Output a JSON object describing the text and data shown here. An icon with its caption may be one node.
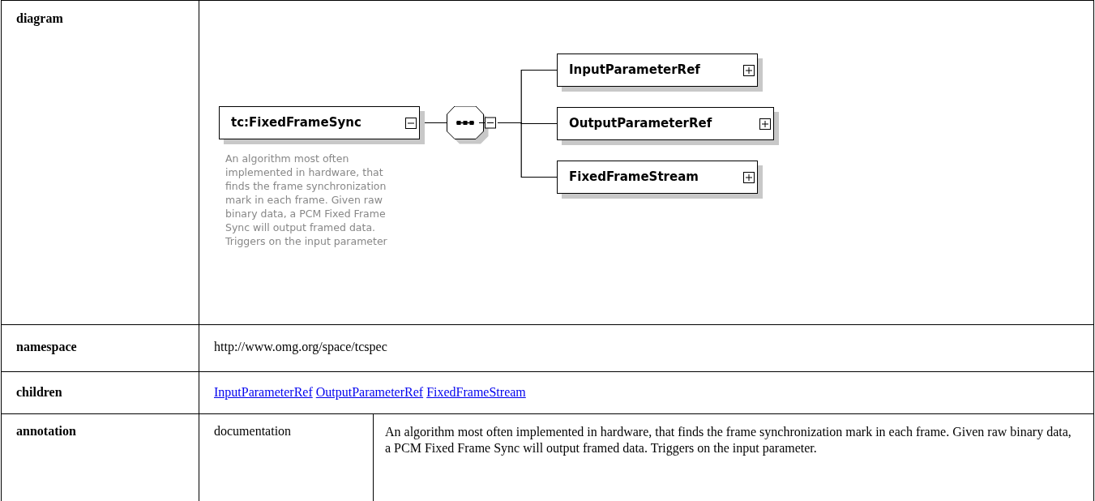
{
  "diagram": {
    "nodes": [
      {
        "text": [
          "tc:FixedFrameSync"
        ],
        "beside": [
          "An algorithm most often implemented in hardware, that finds the frame synchronization mark in each frame. Given raw binary data, a PCM Fixed Frame Sync will output framed data. Triggers on the input parameter"
        ]
      },
      {
        "text": [],
        "shape": "octagon"
      },
      {
        "text": [
          "InputParameterRef"
        ]
      },
      {
        "text": [
          "OutputParameterRef"
        ]
      },
      {
        "text": [
          "FixedFrameStream"
        ]
      }
    ],
    "edges": [
      {
        "from": 0,
        "to": 1,
        "arrow": "none"
      },
      {
        "from": 1,
        "to": 2,
        "arrow": "none"
      },
      {
        "from": 1,
        "to": 3,
        "arrow": "none"
      },
      {
        "from": 1,
        "to": 4,
        "arrow": "none"
      }
    ],
    "labels": [
      "diagram",
      "namespace",
      "http://www.omg.org/space/tcspec",
      "children",
      "InputParameterRef",
      "OutputParameterRef",
      "FixedFrameStream",
      "annotation",
      "documentation",
      "An algorithm most often implemented in hardware, that finds the frame synchronization mark in each frame. Given raw binary data, a PCM Fixed Frame Sync will output framed data. Triggers on the input parameter."
    ]
  }
}
